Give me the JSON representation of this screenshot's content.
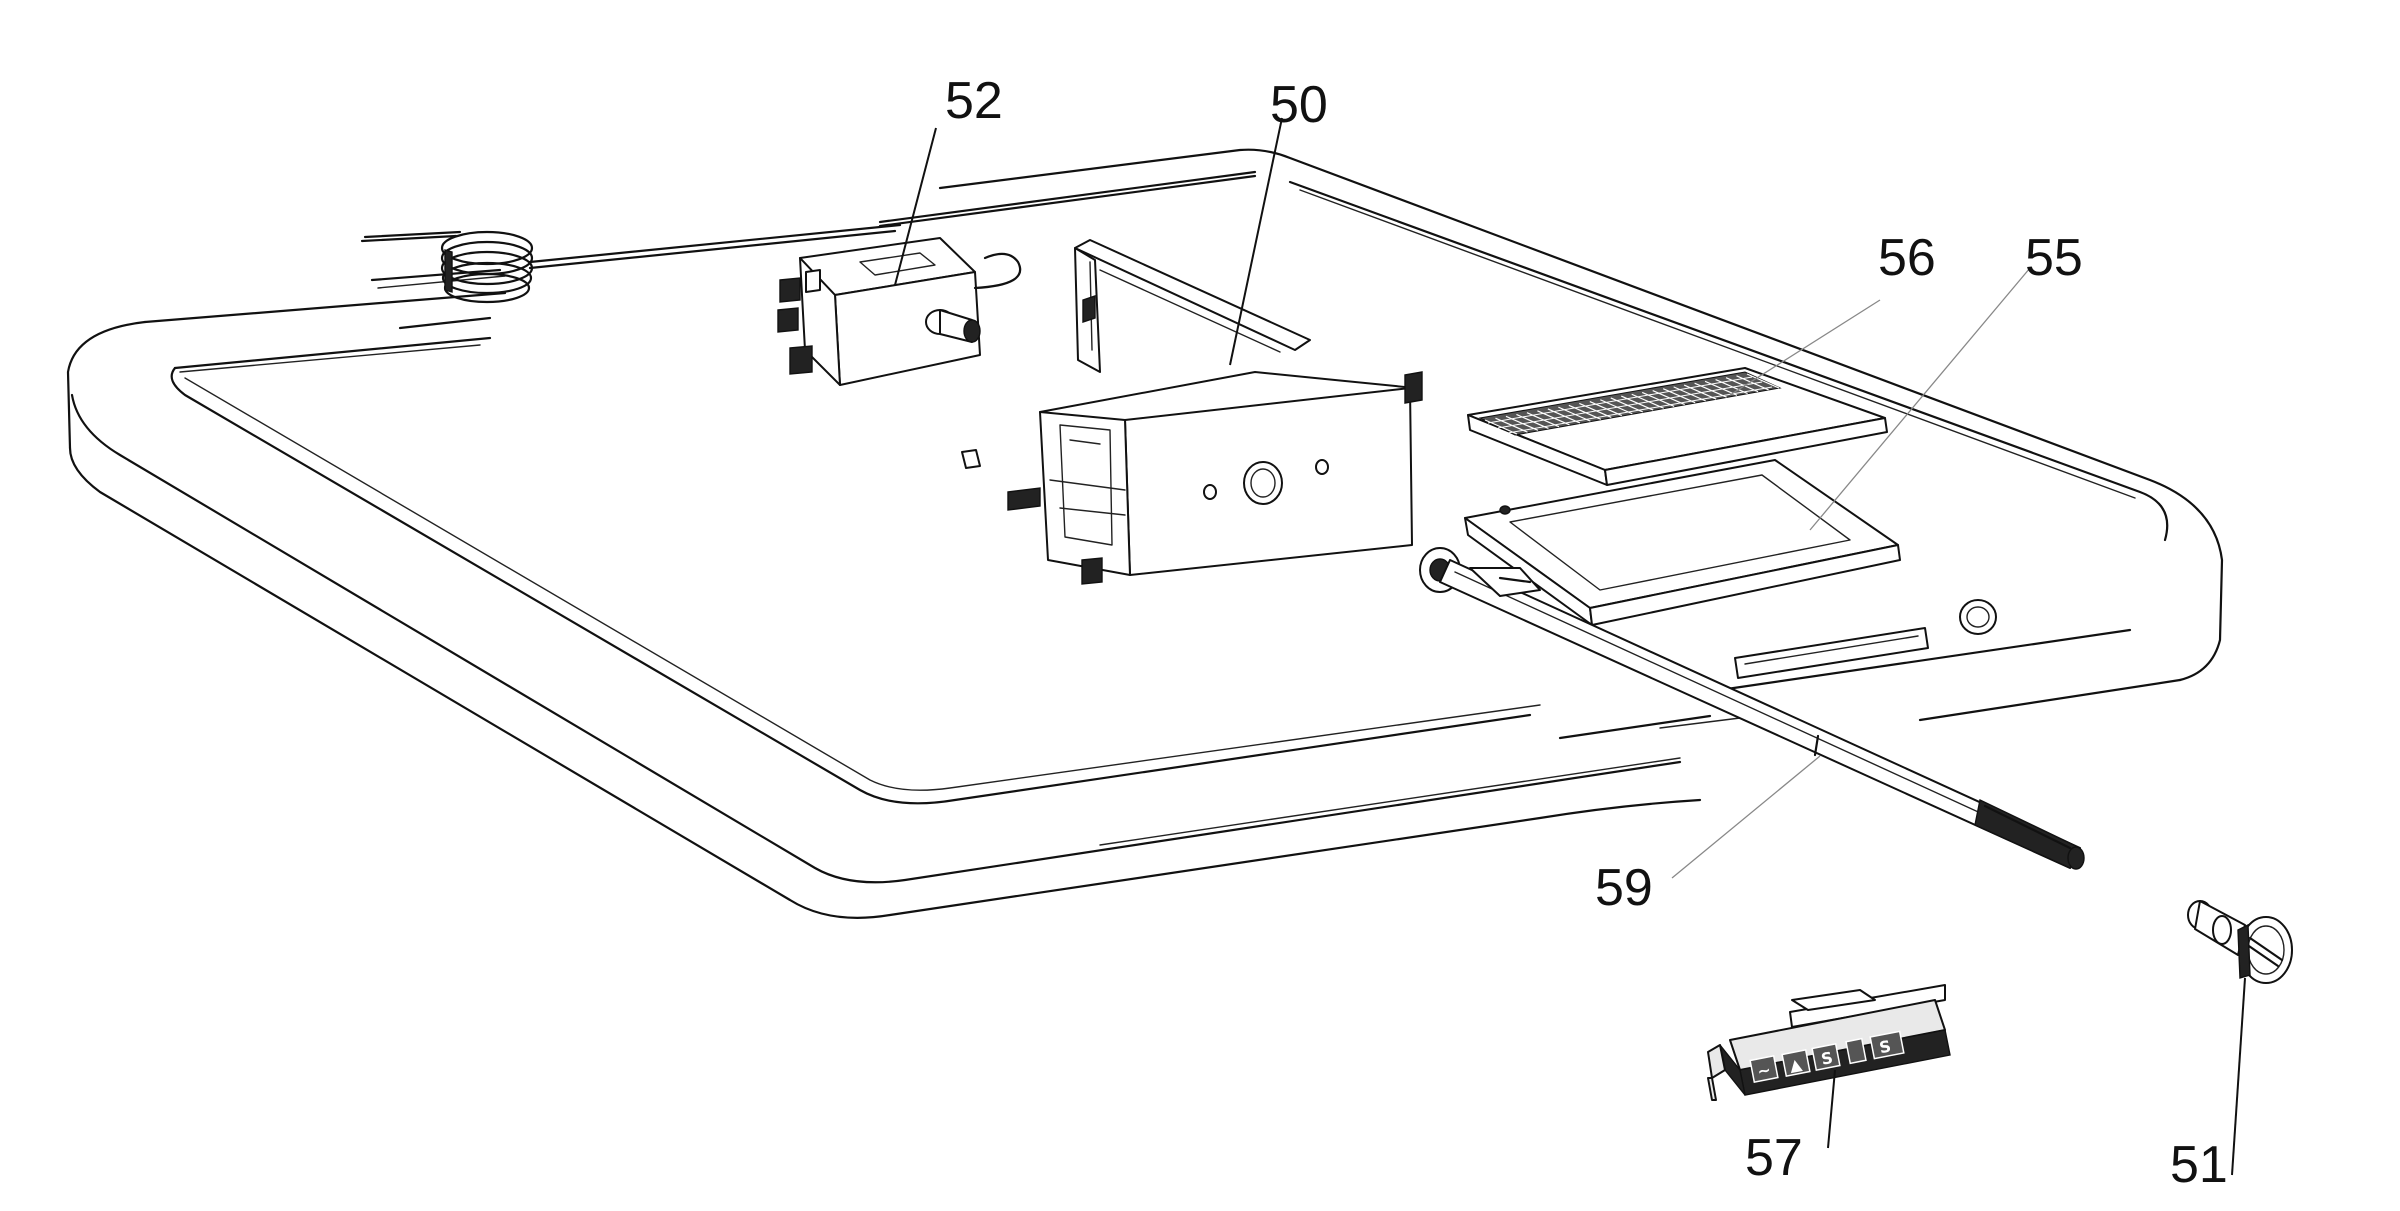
{
  "diagram": {
    "labels": {
      "p50": "50",
      "p51": "51",
      "p52": "52",
      "p55": "55",
      "p56": "56",
      "p57": "57",
      "p59": "59"
    }
  }
}
